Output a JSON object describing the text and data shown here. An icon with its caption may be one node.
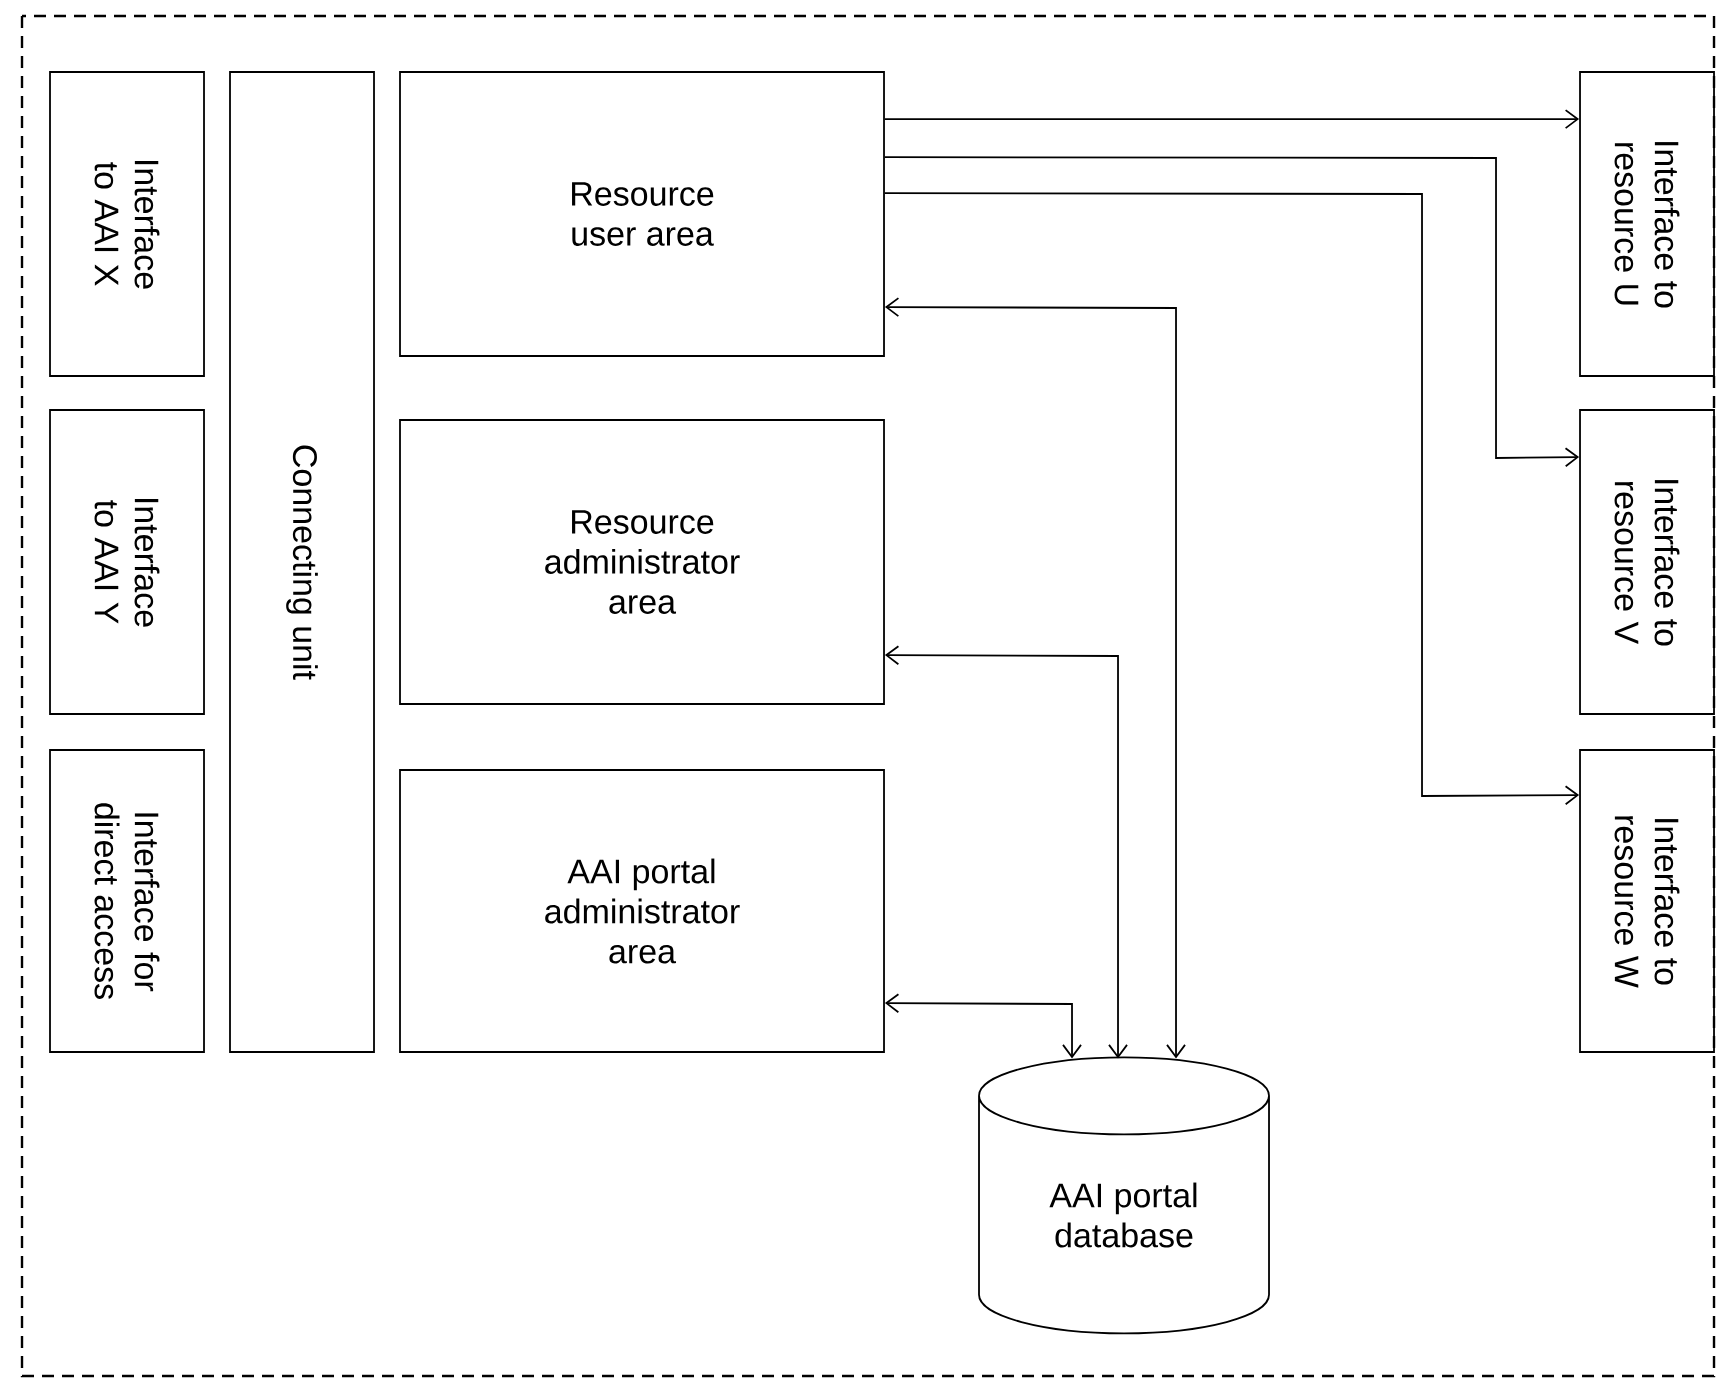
{
  "diagram": {
    "nodes": [
      {
        "text": [
          "Interface to AAI X"
        ]
      },
      {
        "text": [
          "Interface to AAI Y"
        ]
      },
      {
        "text": [
          "Interface for direct access"
        ]
      },
      {
        "text": [
          "Connecting unit"
        ]
      },
      {
        "text": [
          "Resource user area"
        ]
      },
      {
        "text": [
          "Resource administrator area"
        ]
      },
      {
        "text": [
          "AAI portal administrator area"
        ]
      },
      {
        "text": [
          "Interface to resource U"
        ]
      },
      {
        "text": [
          "Interface to resource V"
        ]
      },
      {
        "text": [
          "Interface to resource W"
        ]
      },
      {
        "text": [
          "AAI portal database"
        ]
      }
    ],
    "edges": [
      {
        "from": 4,
        "to": 7,
        "arrow": "to"
      },
      {
        "from": 4,
        "to": 8,
        "arrow": "to"
      },
      {
        "from": 4,
        "to": 9,
        "arrow": "to"
      },
      {
        "from": 10,
        "to": 4,
        "arrow": "both"
      },
      {
        "from": 10,
        "to": 5,
        "arrow": "both"
      },
      {
        "from": 10,
        "to": 6,
        "arrow": "both"
      }
    ]
  }
}
